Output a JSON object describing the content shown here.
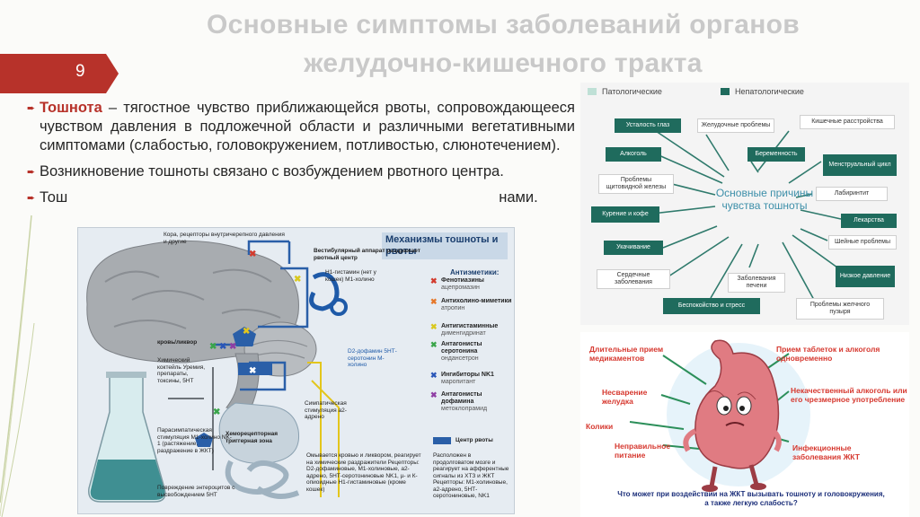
{
  "slide": {
    "title_line1": "Основные симптомы заболеваний органов",
    "title_line2": "желудочно-кишечного тракта",
    "number": "9"
  },
  "bullets": [
    {
      "term": "Тошнота",
      "text": " – тягостное чувство приближающейся рвоты, сопровождающееся чувством давления в подложечной области и различными вегетативными симптомами (слабостью, головокружением, потливостью, слюнотечением)."
    },
    {
      "text": "Возникновение тошноты связано с возбуждением рвотного центра."
    },
    {
      "start": "Тош",
      "end": "нами."
    }
  ],
  "mechanism_figure": {
    "title": "Механизмы тошноты и рвоты",
    "labels": {
      "cortex": "Кора, рецепторы внутричерепного давления и другие",
      "vestibular": "Вестибулярный аппарат раздражает рвотный центр",
      "vestibular_receptors": "Н1-гистамин (нет у кошек) М1-холино",
      "blood": "кровь/ликвор",
      "chemical": "Химический коктейль Уремия, препараты, токсины, 5НТ",
      "d2": "D2-дофамин 5НТ-серотонин М-холино",
      "vagal": "Парасимпатическая стимуляция М1-холино NK-1 (растяжение, раздражение в ЖКТ)",
      "sympathetic": "Симпатическая стимуляция a2-адрено",
      "enterocytes": "Повреждение энтероцитов с высвобождением 5НТ"
    },
    "antiemetics_title": "Антиэметики:",
    "antiemetics": [
      {
        "name": "Фенотиазины",
        "example": "ацепромазин",
        "color": "#d23b2e"
      },
      {
        "name": "Антихолино-миметики",
        "example": "атропин",
        "color": "#e6782a"
      },
      {
        "name": "Антигистаминные",
        "example": "дименгидринат",
        "color": "#d9c81e"
      },
      {
        "name": "Антагонисты серотонина",
        "example": "ондансетрон",
        "color": "#3aa54a"
      },
      {
        "name": "Ингибиторы NK1",
        "example": "маропитант",
        "color": "#2a56b8"
      },
      {
        "name": "Антагонисты дофамина",
        "example": "метоклопрамид",
        "color": "#8f3ea4"
      }
    ],
    "legend": {
      "ctz_title": "Хеморецепторная триггерная зона",
      "ctz_text": "Омывается кровью и ликвором, реагирует на химические раздражители Рецепторы: D2-дофаминовые, М1-холиновые, а2-адрено, 5НТ-серотониновые NK1, µ- и К-опиоидные Н1-гистаминовые (кроме кошек)",
      "center_title": "Центр рвоты",
      "center_text": "Расположен в продолговатом мозге и реагирует на афферентные сигналы из ХТЗ и ЖКТ Рецепторы: М1-холиновые, а2-адрено, 5НТ-серотониновые, NK1"
    }
  },
  "causes_figure": {
    "legend": {
      "pathological": "Патологические",
      "nonpathological": "Непатологические",
      "pathological_color": "#bfe0d6",
      "nonpathological_color": "#1f6b5d"
    },
    "center": "Основные причины чувства тошноты",
    "items": [
      {
        "text": "Усталость глаз",
        "style": "dark"
      },
      {
        "text": "Желудочные проблемы",
        "style": "light"
      },
      {
        "text": "Кишечные расстройства",
        "style": "light"
      },
      {
        "text": "Алкоголь",
        "style": "dark"
      },
      {
        "text": "Беременность",
        "style": "dark"
      },
      {
        "text": "Менструальный цикл",
        "style": "dark"
      },
      {
        "text": "Проблемы щитовидной железы",
        "style": "light"
      },
      {
        "text": "Лабиринтит",
        "style": "light"
      },
      {
        "text": "Курение и кофе",
        "style": "dark"
      },
      {
        "text": "Лекарства",
        "style": "dark"
      },
      {
        "text": "Укачивание",
        "style": "dark"
      },
      {
        "text": "Шейные проблемы",
        "style": "light"
      },
      {
        "text": "Сердечные заболевания",
        "style": "light"
      },
      {
        "text": "Заболевания печени",
        "style": "light"
      },
      {
        "text": "Низкое давление",
        "style": "dark"
      },
      {
        "text": "Беспокойство и стресс",
        "style": "dark"
      },
      {
        "text": "Проблемы желчного пузыря",
        "style": "light"
      }
    ]
  },
  "cartoon_figure": {
    "labels": [
      "Длительные прием медикаментов",
      "Прием таблеток и алкоголя одновременно",
      "Несварение желудка",
      "Некачественный алкоголь или его чрезмерное употребление",
      "Колики",
      "Неправильное питание",
      "Инфекционные заболевания ЖКТ"
    ],
    "question": "Что может при воздействии на ЖКТ вызывать тошноту и головокружения, а также легкую слабость?"
  }
}
